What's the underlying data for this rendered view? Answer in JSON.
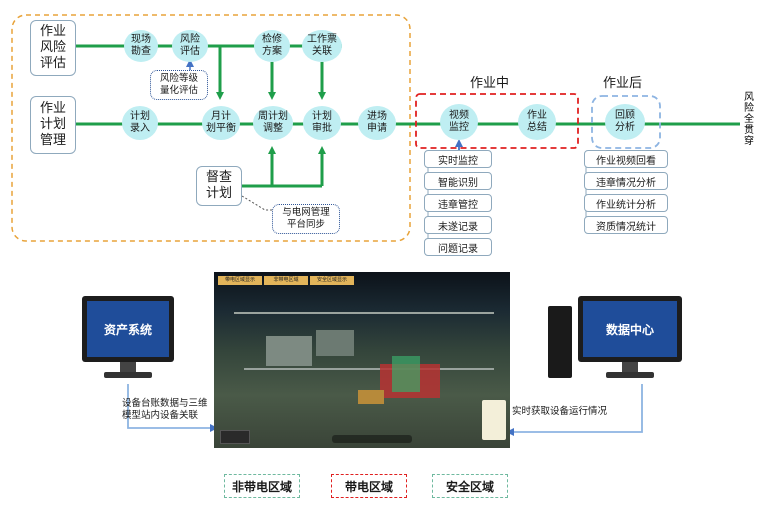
{
  "planning": {
    "risk_assessment": "作业\n风险\n评估",
    "plan_management": "作业\n计划\n管理",
    "inspection_plan": "督查\n计划",
    "nodes": {
      "site_survey": "现场\n勘查",
      "risk_eval": "风险\n评估",
      "maintenance_plan": "检修\n方案",
      "ticket_link": "工作票\n关联",
      "plan_entry": "计划\n录入",
      "monthly_balance": "月计\n划平衡",
      "weekly_adjust": "周计划\n调整",
      "plan_approval": "计划\n审批",
      "entry_request": "进场\n申请"
    },
    "risk_grade_note": "风险等级\n量化评估",
    "sync_note": "与电网管理\n平台同步"
  },
  "during": {
    "title": "作业中",
    "video_monitor": "视频\n监控",
    "work_summary": "作业\n总结",
    "items": [
      "实时监控",
      "智能识别",
      "违章管控",
      "未遂记录",
      "问题记录"
    ]
  },
  "after": {
    "title": "作业后",
    "review_analysis": "回顾\n分析",
    "items": [
      "作业视频回看",
      "违章情况分析",
      "作业统计分析",
      "资质情况统计"
    ]
  },
  "end_label": "风\n险\n全\n贯\n穿",
  "lower": {
    "asset_system": "资产系统",
    "data_center": "数据中心",
    "left_caption": "设备台账数据与三维\n模型站内设备关联",
    "right_caption": "实时获取设备运行情况",
    "scene_tabs": [
      "带电区域显示",
      "非带电区域",
      "安全区域显示"
    ],
    "zones": {
      "non_live": "非带电区域",
      "live": "带电区域",
      "safe": "安全区域"
    }
  },
  "colors": {
    "flow_green": "#1f9e4a",
    "node_fill": "#bfeef2",
    "orange_dash": "#e8a33a",
    "red_dash": "#e02020",
    "blue_dash": "#8db4e2",
    "arrow_blue": "#4472c4"
  }
}
